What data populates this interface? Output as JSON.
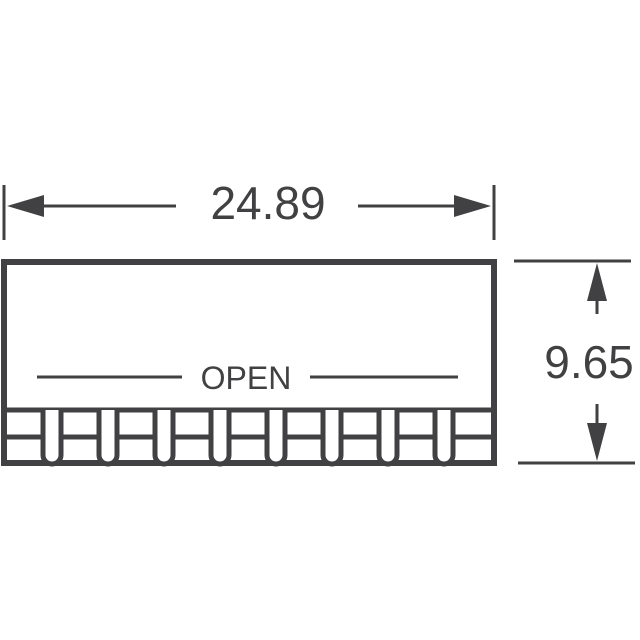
{
  "dimensions": {
    "width_label": "24.89",
    "height_label": "9.65"
  },
  "switch": {
    "open_label": "OPEN",
    "positions": 8
  },
  "colors": {
    "ink": "#414042",
    "background": "#ffffff"
  }
}
